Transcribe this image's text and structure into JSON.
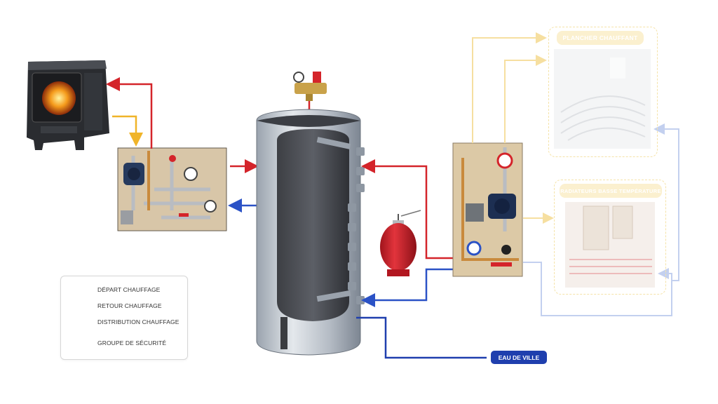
{
  "legend": {
    "items": [
      {
        "label": "DÉPART CHAUFFAGE",
        "color": "#d4242a"
      },
      {
        "label": "RETOUR CHAUFFAGE",
        "color": "#2b52c6"
      },
      {
        "label": "DISTRIBUTION CHAUFFAGE",
        "color": "#f0b429"
      },
      {
        "label": "GROUPE DE SÉCURITÉ",
        "icon": "safety-group-icon"
      }
    ]
  },
  "badges": {
    "eau_de_ville": "EAU DE VILLE"
  },
  "zones": {
    "plancher": "PLANCHER CHAUFFANT",
    "radiateurs": "RADIATEURS BASSE TEMPÉRATURE"
  },
  "colors": {
    "depart": "#d4242a",
    "retour": "#2b52c6",
    "distribution": "#f0b429",
    "eau_de_ville": "#1f3fae"
  }
}
